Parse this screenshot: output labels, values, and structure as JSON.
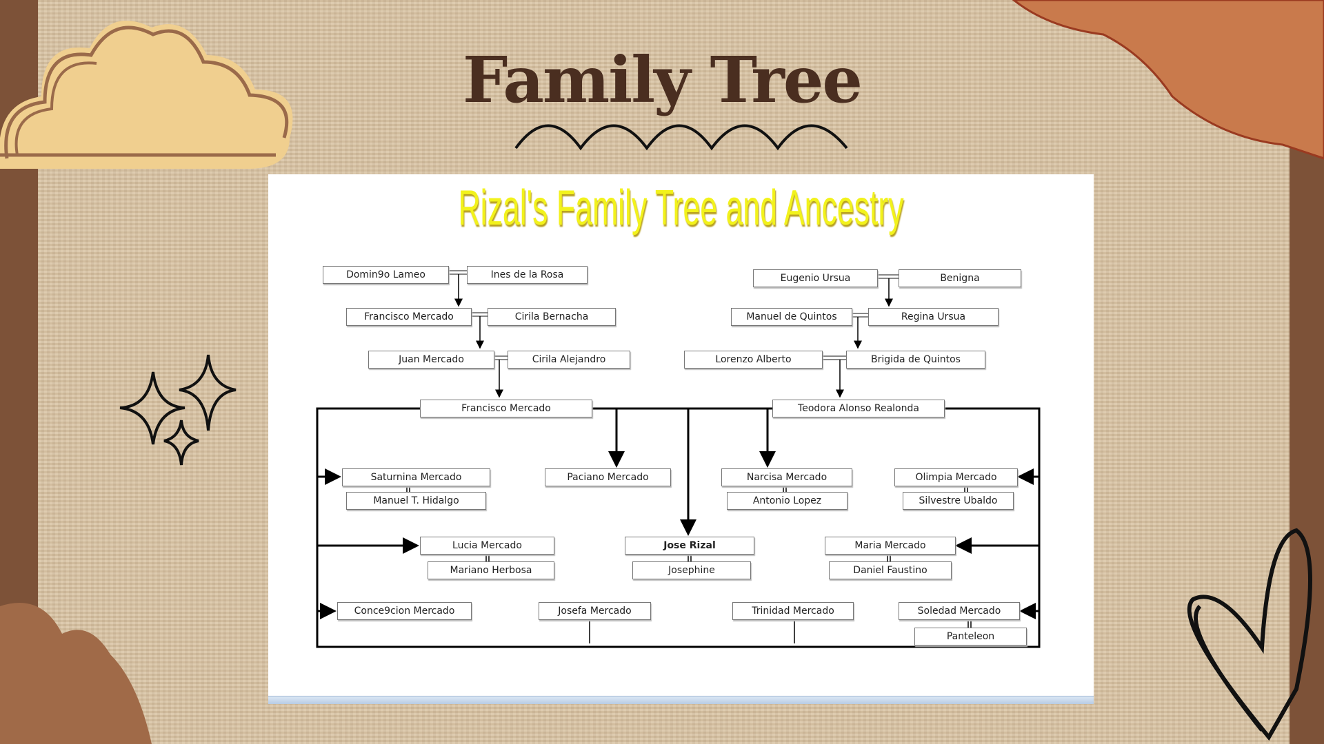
{
  "slide": {
    "title": "Family Tree"
  },
  "tree": {
    "title": "Rizal's Family Tree and Ancestry",
    "paternal": [
      "Domin9o Lameo",
      "Ines de la Rosa",
      "Francisco Mercado",
      "Cirila Bernacha",
      "Juan Mercado",
      "Cirila Alejandro",
      "Francisco Mercado"
    ],
    "maternal": [
      "Eugenio Ursua",
      "Benigna",
      "Manuel de Quintos",
      "Regina Ursua",
      "Lorenzo Alberto",
      "Brigida de Quintos",
      "Teodora Alonso Realonda"
    ],
    "children": [
      "Saturnina Mercado",
      "Manuel T. Hidalgo",
      "Paciano Mercado",
      "Narcisa Mercado",
      "Antonio Lopez",
      "Olimpia Mercado",
      "Silvestre Ubaldo",
      "Lucia Mercado",
      "Mariano Herbosa",
      "Jose Rizal",
      "Josephine",
      "Maria Mercado",
      "Daniel Faustino",
      "Conce9cion Mercado",
      "Josefa Mercado",
      "Trinidad Mercado",
      "Soledad Mercado",
      "Panteleon"
    ]
  },
  "colors": {
    "title_brown": "#4a2e20",
    "tree_title_yellow": "#f2f21c",
    "accent_orange": "#c97a4c",
    "cloud": "#f0cf8f"
  }
}
